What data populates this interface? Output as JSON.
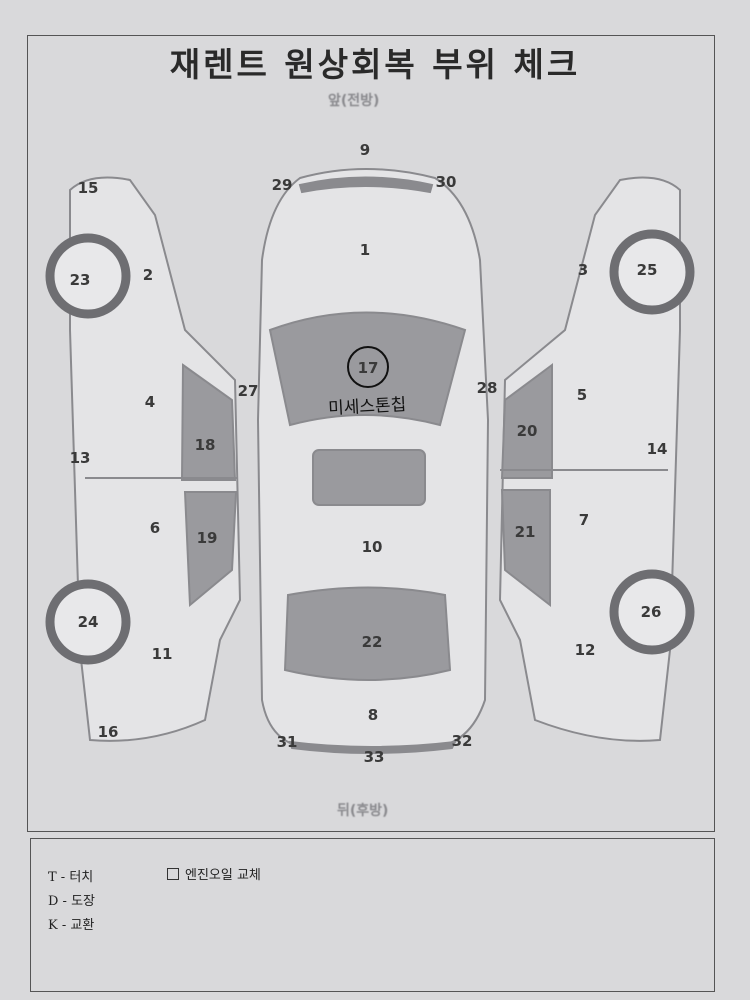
{
  "title": "재렌트 원상회복 부위 체크",
  "front_label": "앞(전방)",
  "rear_label": "뒤(후방)",
  "parts": {
    "p1": "1",
    "p2": "2",
    "p3": "3",
    "p4": "4",
    "p5": "5",
    "p6": "6",
    "p7": "7",
    "p8": "8",
    "p9": "9",
    "p10": "10",
    "p11": "11",
    "p12": "12",
    "p13": "13",
    "p14": "14",
    "p15": "15",
    "p16": "16",
    "p17": "17",
    "p18": "18",
    "p19": "19",
    "p20": "20",
    "p21": "21",
    "p22": "22",
    "p23": "23",
    "p24": "24",
    "p25": "25",
    "p26": "26",
    "p27": "27",
    "p28": "28",
    "p29": "29",
    "p30": "30",
    "p31": "31",
    "p32": "32",
    "p33": "33"
  },
  "annotation": {
    "circled_part": "17",
    "note": "미세스톤칩"
  },
  "legend": {
    "touch": "T - 터치",
    "paint": "D - 도장",
    "replace": "K - 교환",
    "engine_oil": "엔진오일 교체",
    "engine_oil_checked": false
  },
  "colors": {
    "paper": "#d9d9db",
    "glass": "#9a9a9e",
    "ink": "#111111"
  }
}
